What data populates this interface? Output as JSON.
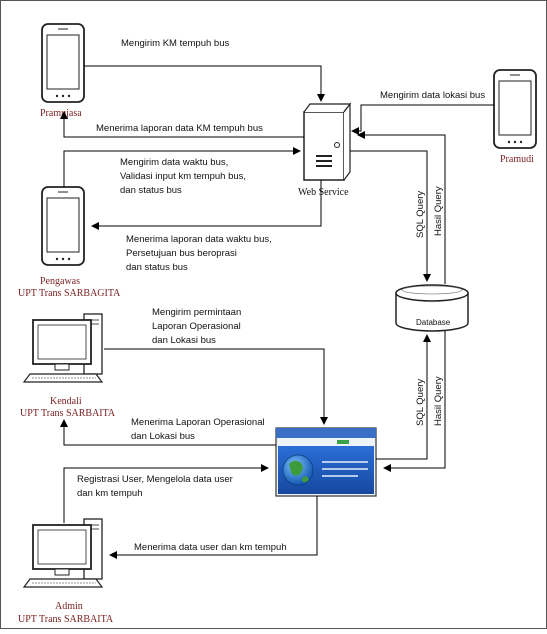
{
  "actors": {
    "pramujasa": "Pramujasa",
    "pramudi": "Pramudi",
    "pengawas_line1": "Pengawas",
    "pengawas_line2": "UPT Trans SARBAGITA",
    "kendali_line1": "Kendali",
    "kendali_line2": "UPT Trans SARBAITA",
    "admin_line1": "Admin",
    "admin_line2": "UPT Trans SARBAITA"
  },
  "nodes": {
    "web_service": "Web Service",
    "database": "Database"
  },
  "messages": {
    "pramujasa_send": "Mengirim KM tempuh bus",
    "pramujasa_receive": "Menerima laporan data KM tempuh bus",
    "pramudi_send": "Mengirim data lokasi bus",
    "pengawas_send": [
      "Mengirim data waktu bus,",
      "Validasi input km tempuh bus,",
      "dan status bus"
    ],
    "pengawas_receive": [
      "Menerima  laporan data waktu bus,",
      "Persetujuan bus beroprasi",
      "dan status bus"
    ],
    "kendali_send": [
      "Mengirim permintaan",
      "Laporan Operasional",
      "dan Lokasi bus"
    ],
    "kendali_receive": [
      "Menerima Laporan Operasional",
      "dan Lokasi bus"
    ],
    "admin_send": [
      "Registrasi User, Mengelola data user",
      "dan km tempuh"
    ],
    "admin_receive": "Menerima data user dan km tempuh",
    "sql_query_top": "SQL Query",
    "hasil_query_top": "Hasil Query",
    "sql_query_bottom": "SQL Query",
    "hasil_query_bottom": "Hasil Query"
  },
  "icons": {
    "phone": "smartphone-icon",
    "desktop": "desktop-computer-icon",
    "server": "server-icon",
    "database": "database-cylinder-icon",
    "web_app": "web-application-globe-icon"
  }
}
